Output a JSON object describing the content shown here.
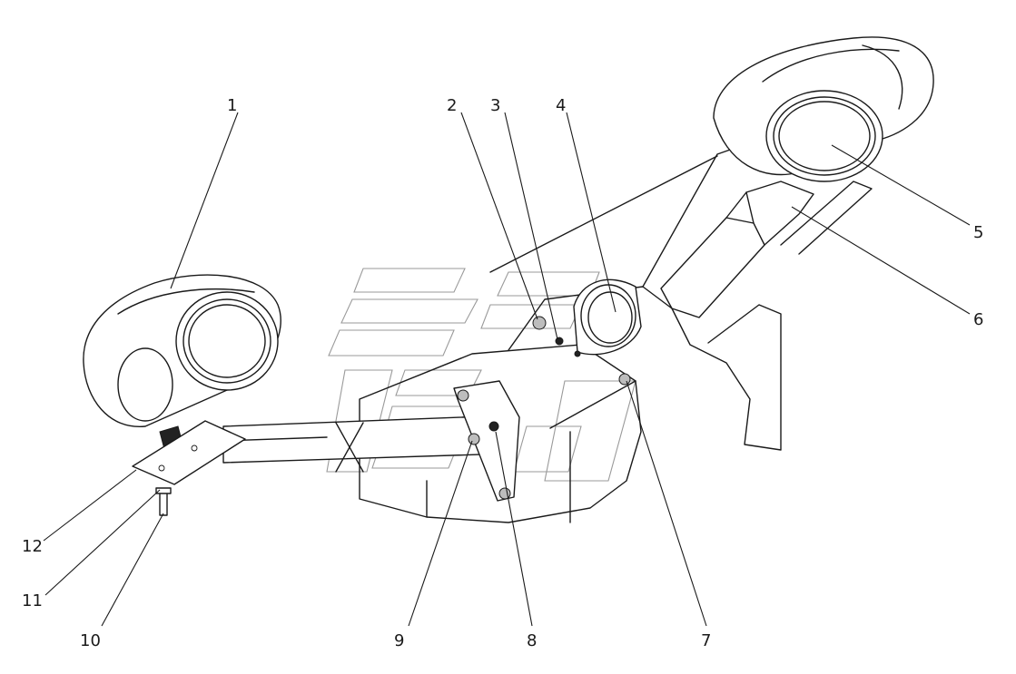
{
  "callouts": [
    {
      "id": "1",
      "label": "1"
    },
    {
      "id": "2",
      "label": "2"
    },
    {
      "id": "3",
      "label": "3"
    },
    {
      "id": "4",
      "label": "4"
    },
    {
      "id": "5",
      "label": "5"
    },
    {
      "id": "6",
      "label": "6"
    },
    {
      "id": "7",
      "label": "7"
    },
    {
      "id": "8",
      "label": "8"
    },
    {
      "id": "9",
      "label": "9"
    },
    {
      "id": "10",
      "label": "10"
    },
    {
      "id": "11",
      "label": "11"
    },
    {
      "id": "12",
      "label": "12"
    }
  ],
  "colors": {
    "line": "#1a1a1a",
    "background": "#ffffff",
    "watermark": "#9a9a9a"
  }
}
